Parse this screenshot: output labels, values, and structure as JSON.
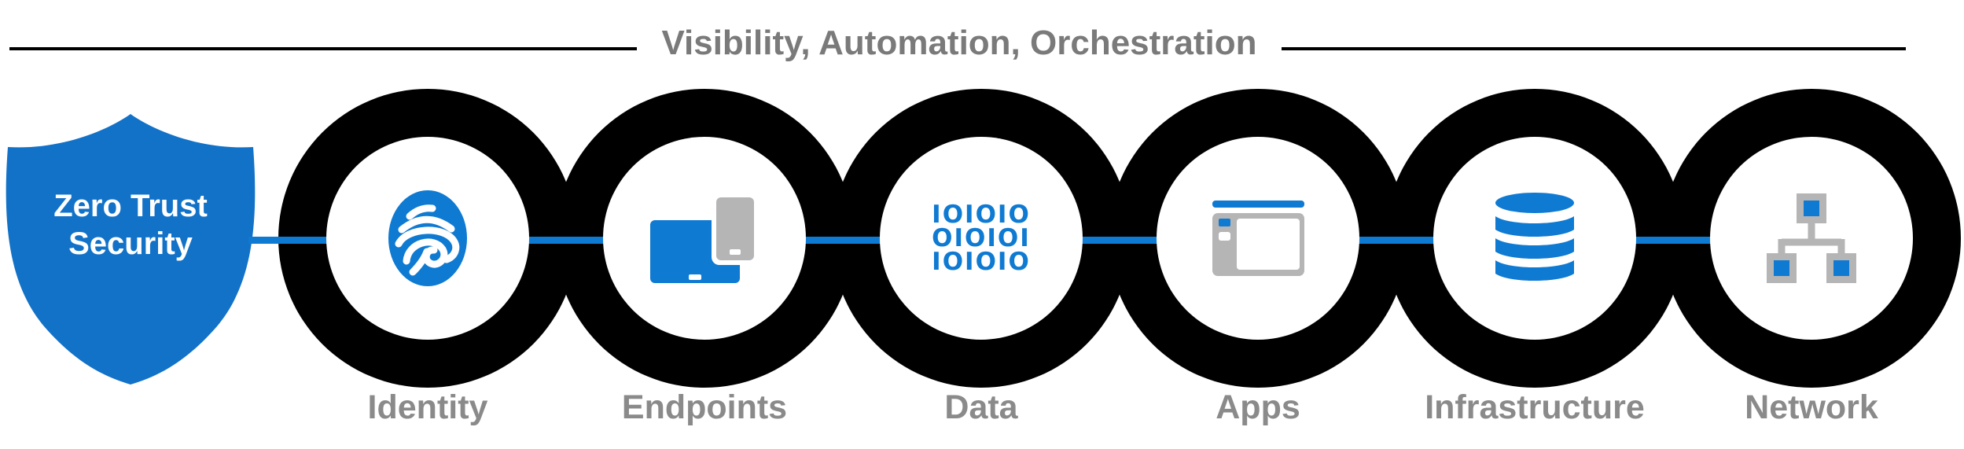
{
  "colors": {
    "accent_blue": "#0f7ad2",
    "shield_blue": "#1272c8",
    "ring_black": "#000000",
    "rule_black": "#000000",
    "device_gray": "#b5b5b5",
    "label_gray": "#8a8a8a",
    "title_gray": "#7a7a7a",
    "background": "#ffffff"
  },
  "header": {
    "title": "Visibility, Automation, Orchestration"
  },
  "shield": {
    "line1": "Zero Trust",
    "line2": "Security"
  },
  "nodes": [
    {
      "label": "Identity",
      "icon": "fingerprint-icon"
    },
    {
      "label": "Endpoints",
      "icon": "devices-icon"
    },
    {
      "label": "Data",
      "icon": "binary-icon",
      "binary_lines": [
        "IOIOIO",
        "OIOIOI",
        "IOIOIO"
      ]
    },
    {
      "label": "Apps",
      "icon": "app-window-icon"
    },
    {
      "label": "Infrastructure",
      "icon": "database-icon"
    },
    {
      "label": "Network",
      "icon": "network-tree-icon"
    }
  ]
}
